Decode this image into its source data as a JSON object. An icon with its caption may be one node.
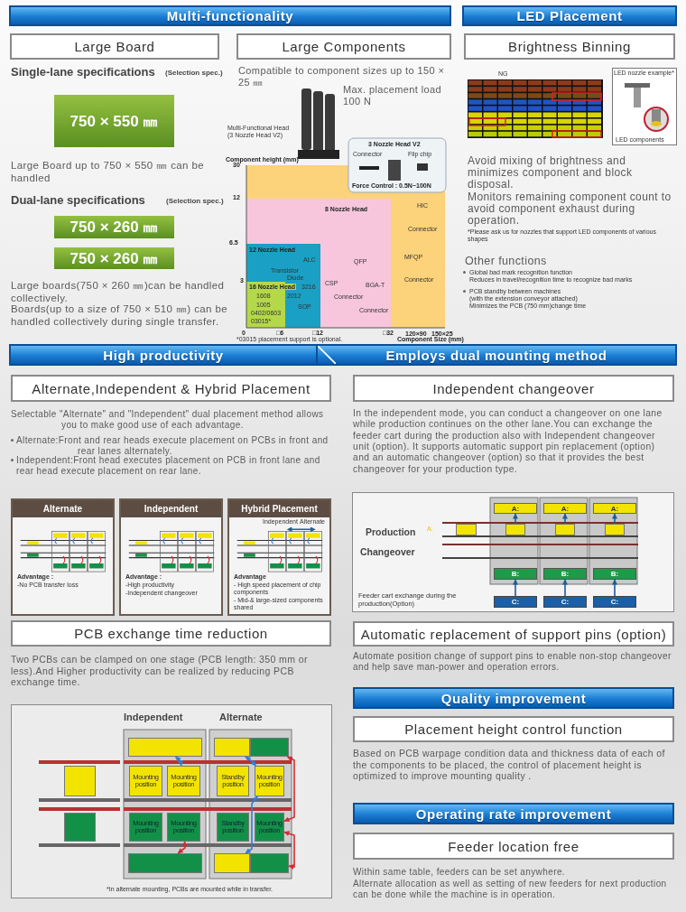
{
  "diagram": {
    "nodes": [
      {
        "text": [
          "Multi-functionality"
        ]
      },
      {
        "text": [
          "LED Placement"
        ]
      },
      {
        "text": [
          "Large Board"
        ]
      },
      {
        "text": [
          "Large Components"
        ]
      },
      {
        "text": [
          "Brightness Binning"
        ]
      },
      {
        "text": [
          "750 × 550 ㎜"
        ]
      },
      {
        "text": [
          "750 × 260 ㎜"
        ]
      },
      {
        "text": [
          "750 × 260 ㎜"
        ]
      },
      {
        "text": [
          "High productivity"
        ]
      },
      {
        "text": [
          "Employs dual mounting method"
        ]
      },
      {
        "text": [
          "Alternate,Independent & Hybrid Placement"
        ]
      },
      {
        "text": [
          "Independent changeover"
        ]
      },
      {
        "text": [
          "Alternate",
          "Advantage :",
          "-No PCB transfer loss"
        ]
      },
      {
        "text": [
          "Independent",
          "Advantage :",
          "-High productivity",
          "-Independent changeover"
        ]
      },
      {
        "text": [
          "Hybrid Placement",
          "Advantage",
          "- High speed placement of chip components",
          "- Mid-& large-sized components shared"
        ]
      },
      {
        "text": [
          "PCB exchange time reduction"
        ]
      },
      {
        "text": [
          "Automatic replacement of support pins (option)"
        ]
      },
      {
        "text": [
          "Quality improvement"
        ]
      },
      {
        "text": [
          "Placement height control function"
        ]
      },
      {
        "text": [
          "Operating rate improvement"
        ]
      },
      {
        "text": [
          "Feeder location free"
        ]
      },
      {
        "text": [
          "A:"
        ]
      },
      {
        "text": [
          "A:"
        ]
      },
      {
        "text": [
          "A:"
        ]
      },
      {
        "text": [],
        "shape": "box"
      },
      {
        "text": [],
        "shape": "box"
      },
      {
        "text": [],
        "shape": "box"
      },
      {
        "text": [
          "B:"
        ]
      },
      {
        "text": [
          "B:"
        ]
      },
      {
        "text": [
          "B:"
        ]
      },
      {
        "text": [
          "C:"
        ]
      },
      {
        "text": [
          "C:"
        ]
      },
      {
        "text": [
          "C:"
        ]
      },
      {
        "text": [],
        "shape": "box"
      },
      {
        "text": [],
        "shape": "box"
      },
      {
        "text": [],
        "shape": "box"
      },
      {
        "text": [
          "Mounting position"
        ]
      },
      {
        "text": [
          "Mounting position"
        ]
      },
      {
        "text": [
          "Mounting position"
        ]
      },
      {
        "text": [
          "Mounting position"
        ]
      },
      {
        "text": [],
        "shape": "box"
      },
      {
        "text": [],
        "shape": "box"
      },
      {
        "text": [],
        "shape": "box"
      },
      {
        "text": [
          "Standby position"
        ]
      },
      {
        "text": [
          "Mounting position"
        ]
      },
      {
        "text": [
          "Standby position"
        ]
      },
      {
        "text": [
          "Mounting position"
        ]
      },
      {
        "text": [],
        "shape": "box"
      },
      {
        "text": [],
        "shape": "box"
      },
      {
        "text": [],
        "shape": "box"
      }
    ],
    "edges": [
      {
        "from": 30,
        "to": 27,
        "arrow": "to"
      },
      {
        "from": 31,
        "to": 28,
        "arrow": "to"
      },
      {
        "from": 32,
        "to": 29,
        "arrow": "to"
      },
      {
        "from": 24,
        "to": 21,
        "arrow": "to"
      },
      {
        "from": 25,
        "to": 22,
        "arrow": "to"
      },
      {
        "from": 26,
        "to": 23,
        "arrow": "to"
      },
      {
        "from": 35,
        "to": 37,
        "arrow": "both",
        "color": "#2f7fd6"
      },
      {
        "from": 40,
        "to": 39,
        "arrow": "both",
        "color": "#d42a32"
      },
      {
        "from": 41,
        "to": 44,
        "arrow": "both",
        "color": "#2f7fd6"
      },
      {
        "from": 44,
        "to": 47,
        "arrow": "both",
        "color": "#2f7fd6"
      },
      {
        "from": 42,
        "to": 46,
        "arrow": "both",
        "color": "#d42a32"
      },
      {
        "from": 46,
        "to": 48,
        "arrow": "both",
        "color": "#d42a32"
      }
    ],
    "labels": [
      "Single-lane specifications",
      "(Selection spec.)",
      "Large Board up to 750 × 550 ㎜ can be handled",
      "Dual-lane specifications",
      "(Selection spec.)",
      "Large boards(750 × 260 ㎜)can be handled collectively.",
      "Boards(up to a size of 750 × 510 ㎜) can be handled collectively during single transfer.",
      "Compatible to component sizes up to 150 × 25 ㎜",
      "Max. placement load 100 N",
      "Multi-Functional Head (3 Nozzle Head V2)",
      "Component height (mm)",
      "30",
      "12",
      "6.5",
      "3",
      "0",
      "□6",
      "□12",
      "□32",
      "120×90",
      "150×25",
      "*03015 placement support is optional.",
      "Component Size (mm)",
      "3 Nozzle Head V2",
      "Connector",
      "Flip chip",
      "Force Control : 0.5N~100N",
      "8 Nozzle Head",
      "HIC",
      "Connector",
      "12 Nozzle Head",
      "ALC",
      "QFP",
      "MFQP",
      "Transistor",
      "Diode",
      "Connector",
      "16 Nozzle Head",
      "3216",
      "CSP",
      "BGA-T",
      "1608",
      "2012",
      "Connector",
      "1005",
      "SOP",
      "Connector",
      "0402/0603",
      "03015*",
      "NG",
      "LED nozzle example*",
      "LED components",
      "Avoid mixing of brightness and minimizes component and block disposal.",
      "Monitors remaining component count to avoid component exhaust during operation.",
      "*Please ask us for nozzles that support LED components of various shapes",
      "Other functions",
      "Global bad mark recognition function",
      "Reduces in travel/recognition time to recognize bad marks",
      "PCB standby between machines",
      "(with the extension conveyor attached)",
      "Minimizes the PCB (750 mm)change time",
      "Selectable \"Alternate\" and \"Independent\" dual placement method allows you to make good use of each advantage.",
      "Alternate:Front and rear heads execute placement on PCBs in front and rear lanes alternately.",
      "Independent:Front head executes placement on PCB in front lane and rear head execute placement on rear lane.",
      "Independent",
      "Alternate",
      "In the independent mode, you can conduct a changeover on one lane while production continues on the other lane.You can exchange the feeder cart during the production also with Independent changeover unit (option). It supports automatic support pin replacement (option) and an automatic changeover (option) so that it provides the best changeover for your production type.",
      "Production",
      "A:",
      "Changeover",
      "Feeder cart exchange during the production(Option)",
      "Two PCBs can be clamped on one stage (PCB length: 350 mm or less).And Higher productivity can be realized by reducing PCB exchange time.",
      "Independent",
      "Alternate",
      "*In alternate mounting, PCBs are mounted while in transfer.",
      "Automate position change of support pins to enable non-stop changeover and help save man-power and operation errors.",
      "Based on PCB warpage condition data and thickness data of each of the components to be placed, the control of placement height is optimized to improve mounting quality .",
      "Within same table, feeders can be set anywhere.",
      "Alternate allocation as well as setting of new feeders for next production can be done while the machine is in operation."
    ]
  }
}
